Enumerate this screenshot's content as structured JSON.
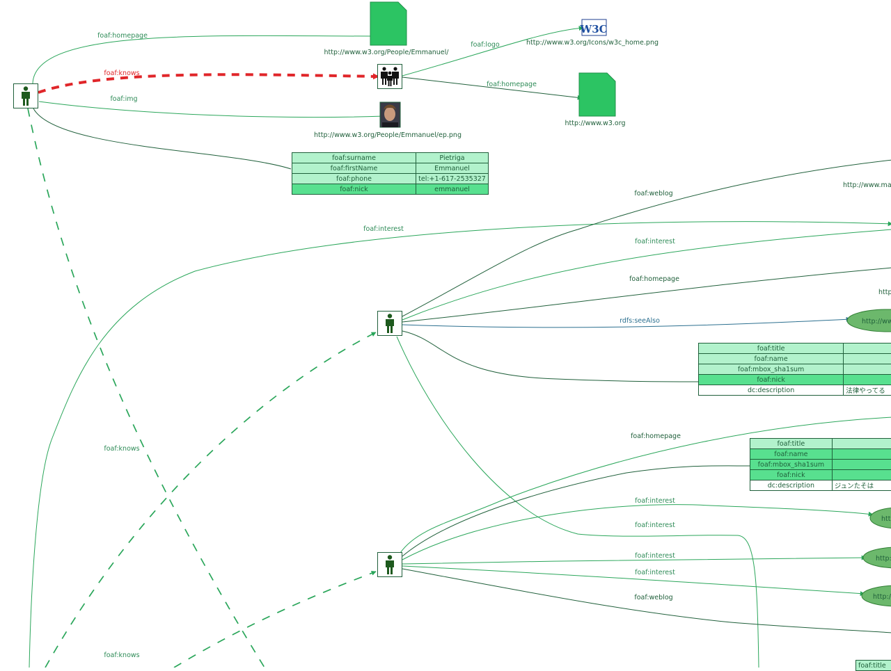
{
  "colors": {
    "edge": "#2aa65a",
    "edge_dark": "#1f5f3a",
    "knows_red": "#e0262a",
    "doc_fill": "#2cc463",
    "literal_light": "#b2f2cc",
    "literal_mid": "#58e08f",
    "resource_ellipse": "#6cb86c"
  },
  "edges": {
    "homepage_top": "foaf:homepage",
    "knows_red": "foaf:knows",
    "img": "foaf:img",
    "logo": "foaf:logo",
    "homepage_w3c": "foaf:homepage",
    "weblog_1": "foaf:weblog",
    "interest_big": "foaf:interest",
    "interest_1": "foaf:interest",
    "homepage_1": "foaf:homepage",
    "seealso": "rdfs:seeAlso",
    "homepage_2": "foaf:homepage",
    "interest_2a": "foaf:interest",
    "interest_2b": "foaf:interest",
    "interest_2c": "foaf:interest",
    "interest_2d": "foaf:interest",
    "weblog_2": "foaf:weblog",
    "knows_left": "foaf:knows",
    "knows_bottom": "foaf:knows"
  },
  "nodes": {
    "emmanuel_homepage_url": "http://www.w3.org/People/Emmanuel/",
    "w3c_logo_url": "http://www.w3.org/Icons/w3c_home.png",
    "w3c_logo_text": "W3C",
    "w3c_url": "http://www.w3.org",
    "photo_url": "http://www.w3.org/People/Emmanuel/ep.png",
    "weblog_partial_url": "http://www.mar",
    "homepage_partial_url": "http",
    "seealso_partial_url": "http://ww",
    "interest_partial_a": "http",
    "interest_partial_b": "http:",
    "interest_partial_c": "http:/"
  },
  "table1": {
    "rows": [
      {
        "prop": "foaf:surname",
        "value": "Pietriga",
        "style": "light"
      },
      {
        "prop": "foaf:firstName",
        "value": "Emmanuel",
        "style": "light"
      },
      {
        "prop": "foaf:phone",
        "value": "tel:+1-617-2535327",
        "style": "light"
      },
      {
        "prop": "foaf:nick",
        "value": "emmanuel",
        "style": "mid"
      }
    ]
  },
  "table2": {
    "rows": [
      {
        "prop": "foaf:title",
        "value": "",
        "style": "light"
      },
      {
        "prop": "foaf:name",
        "value": "",
        "style": "light"
      },
      {
        "prop": "foaf:mbox_sha1sum",
        "value": "",
        "style": "light"
      },
      {
        "prop": "foaf:nick",
        "value": "",
        "style": "mid"
      },
      {
        "prop": "dc:description",
        "value": "法律やってる",
        "style": "white"
      }
    ]
  },
  "table3": {
    "rows": [
      {
        "prop": "foaf:title",
        "value": "",
        "style": "light"
      },
      {
        "prop": "foaf:name",
        "value": "",
        "style": "mid"
      },
      {
        "prop": "foaf:mbox_sha1sum",
        "value": "",
        "style": "mid"
      },
      {
        "prop": "foaf:nick",
        "value": "",
        "style": "mid"
      },
      {
        "prop": "dc:description",
        "value": "ジュンたそは",
        "style": "white"
      }
    ]
  },
  "table4": {
    "rows": [
      {
        "prop": "foaf:title",
        "style": "light"
      }
    ]
  }
}
